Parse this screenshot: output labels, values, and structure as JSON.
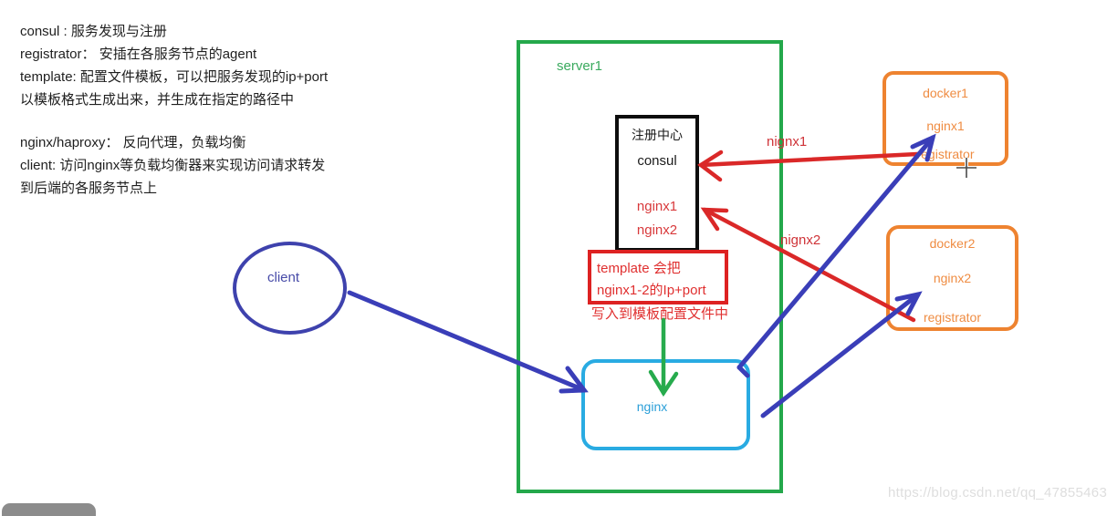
{
  "notes": {
    "block1_lines": [
      "consul : 服务发现与注册",
      "registrator：  安插在各服务节点的agent",
      "template: 配置文件模板，可以把服务发现的ip+port",
      "以模板格式生成出来，并生成在指定的路径中"
    ],
    "block2_lines": [
      "nginx/haproxy：  反向代理，负载均衡",
      "client: 访问nginx等负载均衡器来实现访问请求转发",
      "到后端的各服务节点上"
    ]
  },
  "server_box": {
    "label": "server1"
  },
  "registry_box": {
    "title": "注册中心",
    "name": "consul",
    "entry1": "nginx1",
    "entry2": "nginx2"
  },
  "template_box": {
    "line1": "template 会把",
    "line2": "nginx1-2的Ip+port",
    "caption": "写入到模板配置文件中"
  },
  "nginx_box": {
    "label": "nginx"
  },
  "client_node": {
    "label": "client"
  },
  "docker1_box": {
    "title": "docker1",
    "service": "nginx1",
    "agent": "registrator"
  },
  "docker2_box": {
    "title": "docker2",
    "service": "nginx2",
    "agent": "registrator"
  },
  "arrow_labels": {
    "red1": "nignx1",
    "red2": "nignx2"
  },
  "watermark": "https://blog.csdn.net/qq_47855463",
  "colors": {
    "green": "#24a84b",
    "red_box": "#dd2222",
    "red_arrow": "#da2828",
    "blue_arrow": "#3a3eb8",
    "cyan": "#29abe2",
    "orange": "#ee8330",
    "black": "#0d0d0d"
  }
}
